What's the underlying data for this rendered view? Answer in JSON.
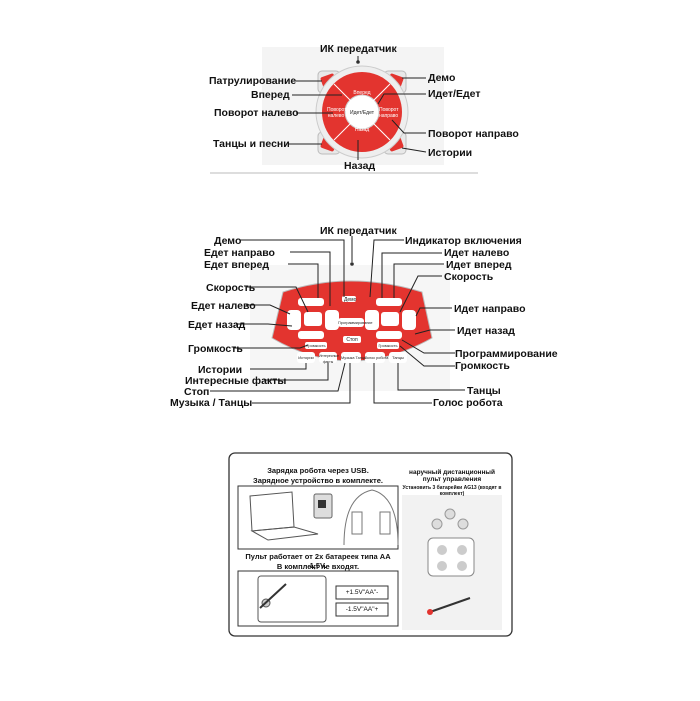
{
  "remote1": {
    "ir": "ИК передатчик",
    "patrol": "Патрулирование",
    "forward": "Вперед",
    "turn_left": "Поворот налево",
    "dance": "Танцы и песни",
    "back": "Назад",
    "demo": "Демо",
    "go_stop": "Идет/Едет",
    "turn_right": "Поворот направо",
    "stories": "Истории",
    "btn_forward": "Вперед",
    "btn_back": "Назад",
    "btn_center": "Идет/Едет",
    "btn_left": "Поворот налево",
    "btn_right": "Поворот направо"
  },
  "remote2": {
    "ir": "ИК передатчик",
    "power_led": "Индикатор включения",
    "demo": "Демо",
    "right_go_right": "Едет направо",
    "left_go_forward": "Едет вперед",
    "speed_left": "Скорость",
    "go_left": "Едет налево",
    "go_back": "Едет назад",
    "volume_left": "Громкость",
    "stories": "Истории",
    "facts": "Интересные факты",
    "stop": "Стоп",
    "music": "Музыка / Танцы",
    "walk_left": "Идет налево",
    "walk_forward": "Идет вперед",
    "speed_right": "Скорость",
    "walk_right": "Идет направо",
    "walk_back": "Идет назад",
    "programming": "Программирование",
    "volume_right": "Громкость",
    "dances": "Танцы",
    "robot_voice": "Голос робота",
    "btn_demo": "Демо",
    "btn_program": "Программирование",
    "btn_stop": "Стоп",
    "btn_stories": "Истории",
    "btn_facts": "Интересные факты",
    "btn_music": "Музыка Танцы",
    "btn_voice": "Голос робота",
    "btn_dances": "Танцы",
    "btn_volume": "Громкость"
  },
  "box": {
    "usb_title": "Зарядка робота через USB.",
    "usb_sub": "Зарядное устройство в комплекте.",
    "wrist_title": "наручный дистанционный пульт управления",
    "wrist_sub": "Установить 3 батарейки AG13 (входят в комплект)",
    "battery_title": "Пульт работает от 2х батареек типа АА 1,5V.",
    "battery_sub": "В комплект не входят.",
    "battery1": "+1.5V\"AA\"-",
    "battery2": "-1.5V\"AA\"+"
  }
}
